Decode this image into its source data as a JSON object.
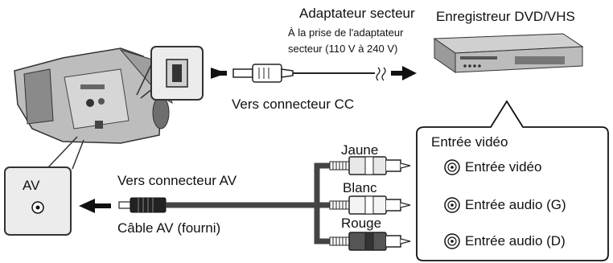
{
  "power": {
    "title": "Adaptateur secteur",
    "note_line1": "À la prise de l'adaptateur",
    "note_line2": "secteur (110 V à 240 V)",
    "dc_label": "Vers connecteur CC"
  },
  "recorder": {
    "label": "Enregistreur DVD/VHS"
  },
  "camera": {
    "av_label": "AV"
  },
  "av_cable": {
    "connector_label": "Vers connecteur AV",
    "cable_label": "Câble AV (fourni)"
  },
  "plugs": [
    {
      "color_name": "Jaune",
      "color": "#e8e8e8"
    },
    {
      "color_name": "Blanc",
      "color": "#f4f4f4"
    },
    {
      "color_name": "Rouge",
      "color": "#555555"
    }
  ],
  "inputs_panel": {
    "title": "Entrée vidéo",
    "items": [
      "Entrée vidéo",
      "Entrée audio (G)",
      "Entrée audio (D)"
    ]
  }
}
